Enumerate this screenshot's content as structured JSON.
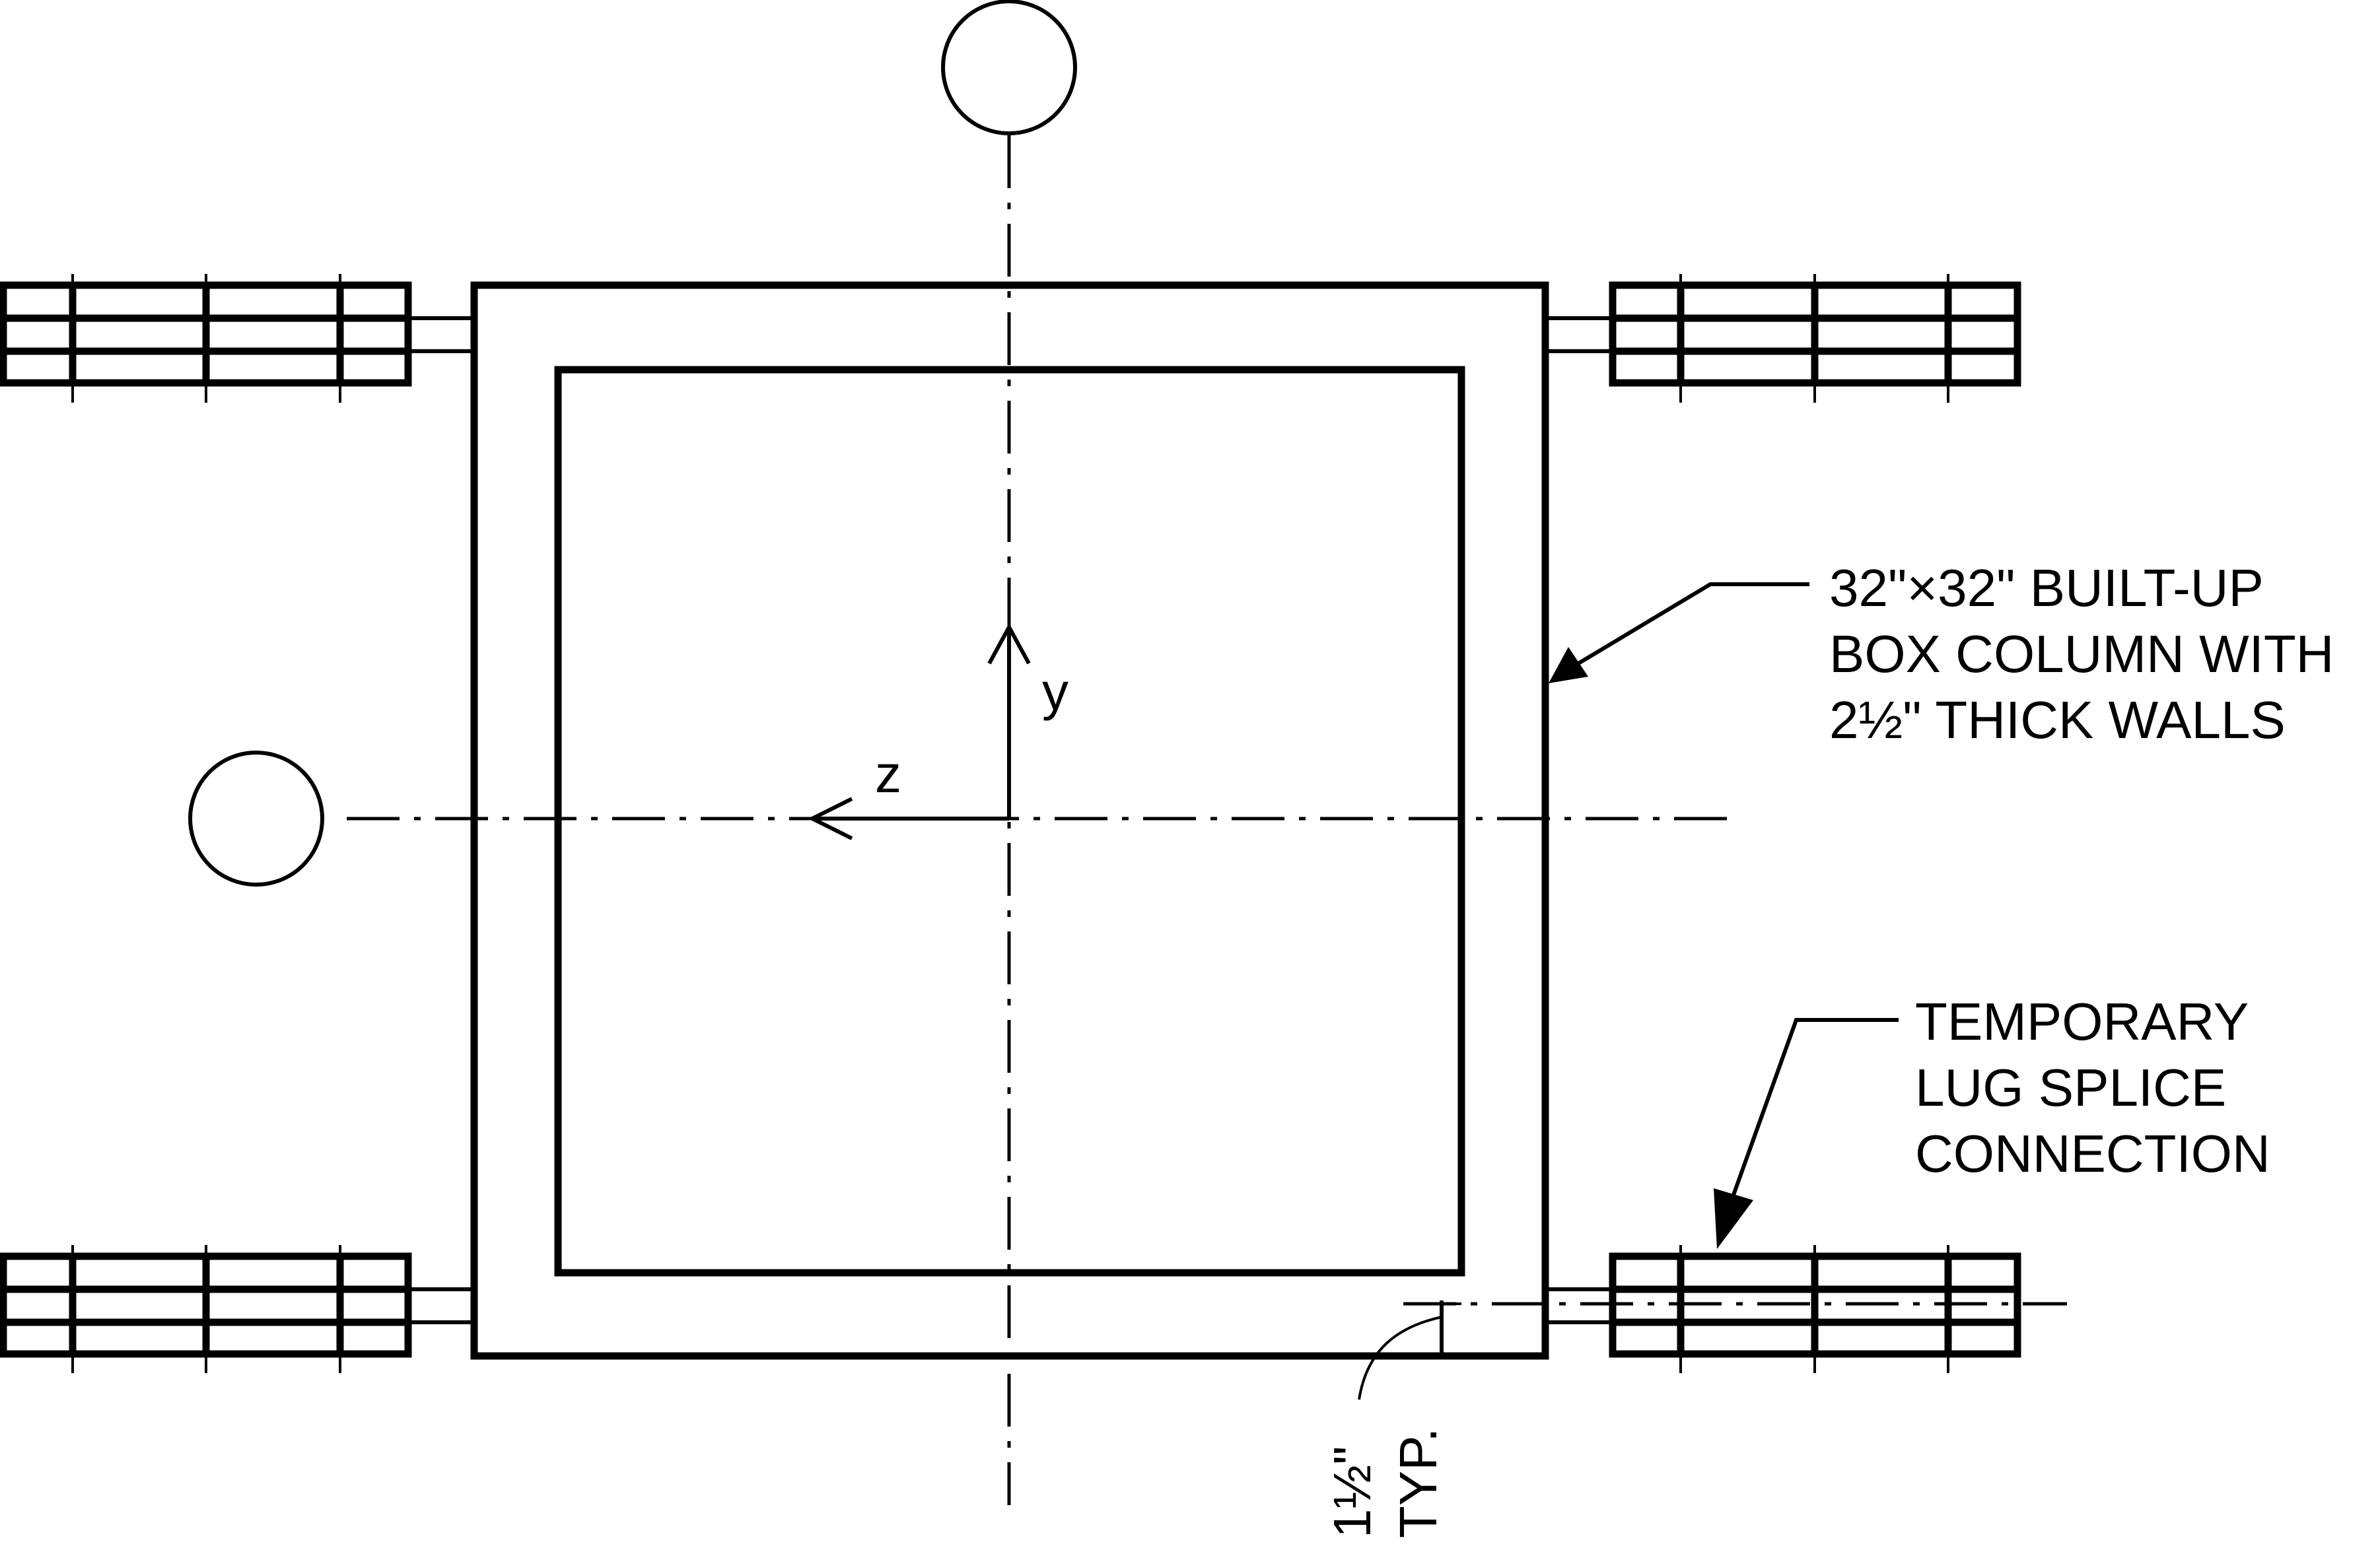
{
  "colors": {
    "line": "#000000",
    "background": "#ffffff"
  },
  "axes": {
    "y_label": "y",
    "z_label": "z"
  },
  "callouts": {
    "column": [
      "32\"×32\" BUILT-UP",
      "BOX COLUMN WITH",
      "2½\" THICK WALLS"
    ],
    "splice": [
      "TEMPORARY",
      "LUG SPLICE",
      "CONNECTION"
    ],
    "dimension": [
      "1½\"",
      "TYP."
    ]
  }
}
